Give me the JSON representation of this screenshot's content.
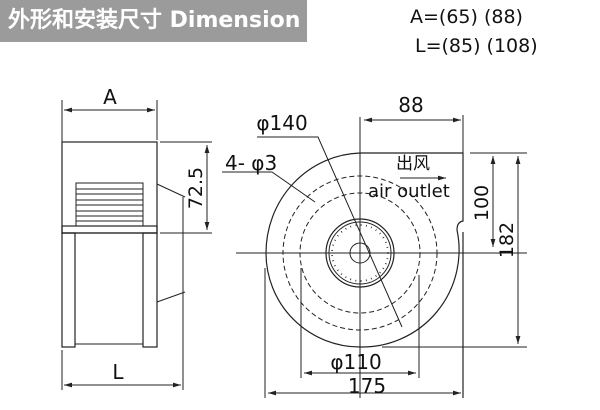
{
  "header": {
    "title": "外形和安装尺寸 Dimension"
  },
  "specs": {
    "a": "A=(65) (88)",
    "l": "L=(85) (108)"
  },
  "side_view": {
    "dim_a": "A",
    "dim_l": "L",
    "dim_height": "72.5"
  },
  "front_view": {
    "dim_88": "88",
    "dim_100": "100",
    "dim_182": "182",
    "dim_175": "175",
    "phi_110": "φ110",
    "phi_140": "φ140",
    "holes": "4-  φ3",
    "outlet_cn": "出风",
    "outlet_en": "air outlet"
  }
}
